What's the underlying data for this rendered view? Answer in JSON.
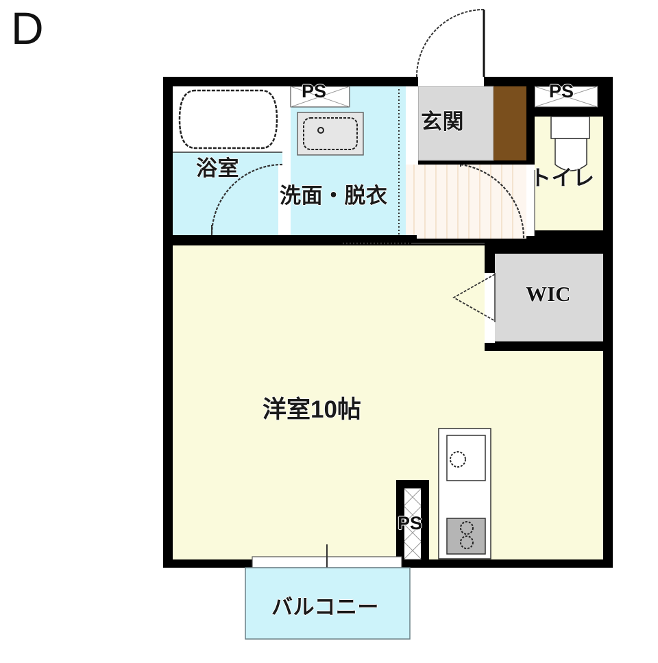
{
  "plan": {
    "unit_letter": "D",
    "rooms": [
      {
        "id": "bathroom",
        "label": "浴室",
        "color": "#cdf3fa"
      },
      {
        "id": "washroom",
        "label": "洗面・脱衣",
        "color": "#cdf3fa"
      },
      {
        "id": "entrance",
        "label": "玄関",
        "color": "#d9d9d9"
      },
      {
        "id": "toilet",
        "label": "トイレ",
        "color": "#fafadc"
      },
      {
        "id": "wic",
        "label": "WIC",
        "color": "#d9d9d9"
      },
      {
        "id": "main_room",
        "label": "洋室10帖",
        "color": "#fafadc"
      },
      {
        "id": "balcony",
        "label": "バルコニー",
        "color": "#cdf3fa"
      }
    ],
    "shafts": [
      {
        "id": "ps-washroom",
        "label": "PS"
      },
      {
        "id": "ps-toilet",
        "label": "PS"
      },
      {
        "id": "ps-kitchen",
        "label": "PS"
      }
    ],
    "fixtures": [
      {
        "id": "bathtub",
        "name": "bathtub"
      },
      {
        "id": "vanity-sink",
        "name": "vanity-sink"
      },
      {
        "id": "toilet-fixture",
        "name": "toilet-fixture"
      },
      {
        "id": "kitchen-sink",
        "name": "kitchen-sink"
      },
      {
        "id": "stove-burners",
        "name": "stove-burners"
      },
      {
        "id": "shoe-cabinet",
        "name": "shoe-cabinet"
      }
    ],
    "colors": {
      "wall": "#000000",
      "water": "#cdf3fa",
      "floor": "#fafadc",
      "gray": "#d9d9d9",
      "wood": "#7a4f1d",
      "corridor": "#fdf6ef",
      "white": "#ffffff"
    }
  }
}
